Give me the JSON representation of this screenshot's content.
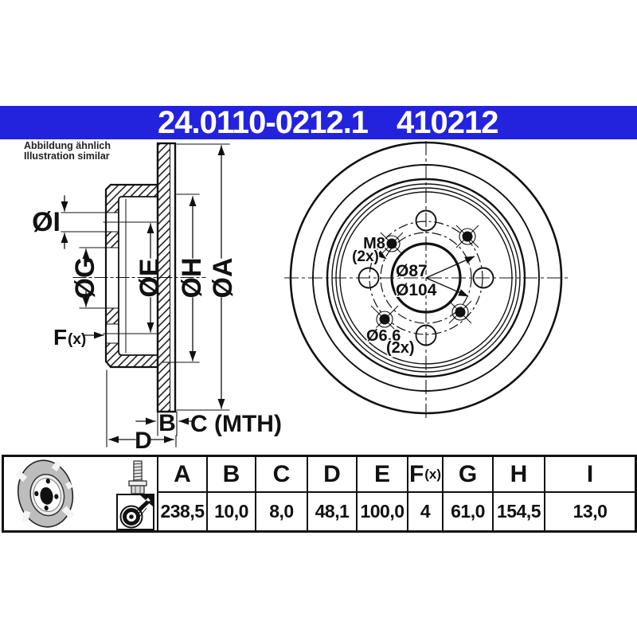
{
  "header": {
    "catalog_number": "24.0110-0212.1",
    "part_number": "410212"
  },
  "note": {
    "line1": "Abbildung ähnlich",
    "line2": "Illustration similar"
  },
  "section_view": {
    "labels": {
      "dia_i": "ØI",
      "dia_g": "ØG",
      "dia_e": "ØE",
      "dia_h": "ØH",
      "dia_a": "ØA",
      "f": "F",
      "f_count": "(x)",
      "b": "B",
      "c": "C (MTH)",
      "d": "D"
    }
  },
  "front_view": {
    "labels": {
      "m8": "M8",
      "m8_count": "(2x)",
      "dia_87": "Ø87",
      "dia_104": "Ø104",
      "dia_66": "Ø6,6",
      "dia_66_count": "(2x)"
    }
  },
  "table": {
    "headers": [
      "A",
      "B",
      "C",
      "D",
      "E",
      "F",
      "G",
      "H",
      "I"
    ],
    "f_suffix": "(x)",
    "values": [
      "238,5",
      "10,0",
      "8,0",
      "48,1",
      "100,0",
      "4",
      "61,0",
      "154,5",
      "13,0"
    ],
    "icons": [
      "brake-disc-icon",
      "screw-icon",
      "assembly-paste-icon"
    ]
  },
  "colors": {
    "accent_blue": "#2323dd",
    "line_black": "#111111"
  }
}
